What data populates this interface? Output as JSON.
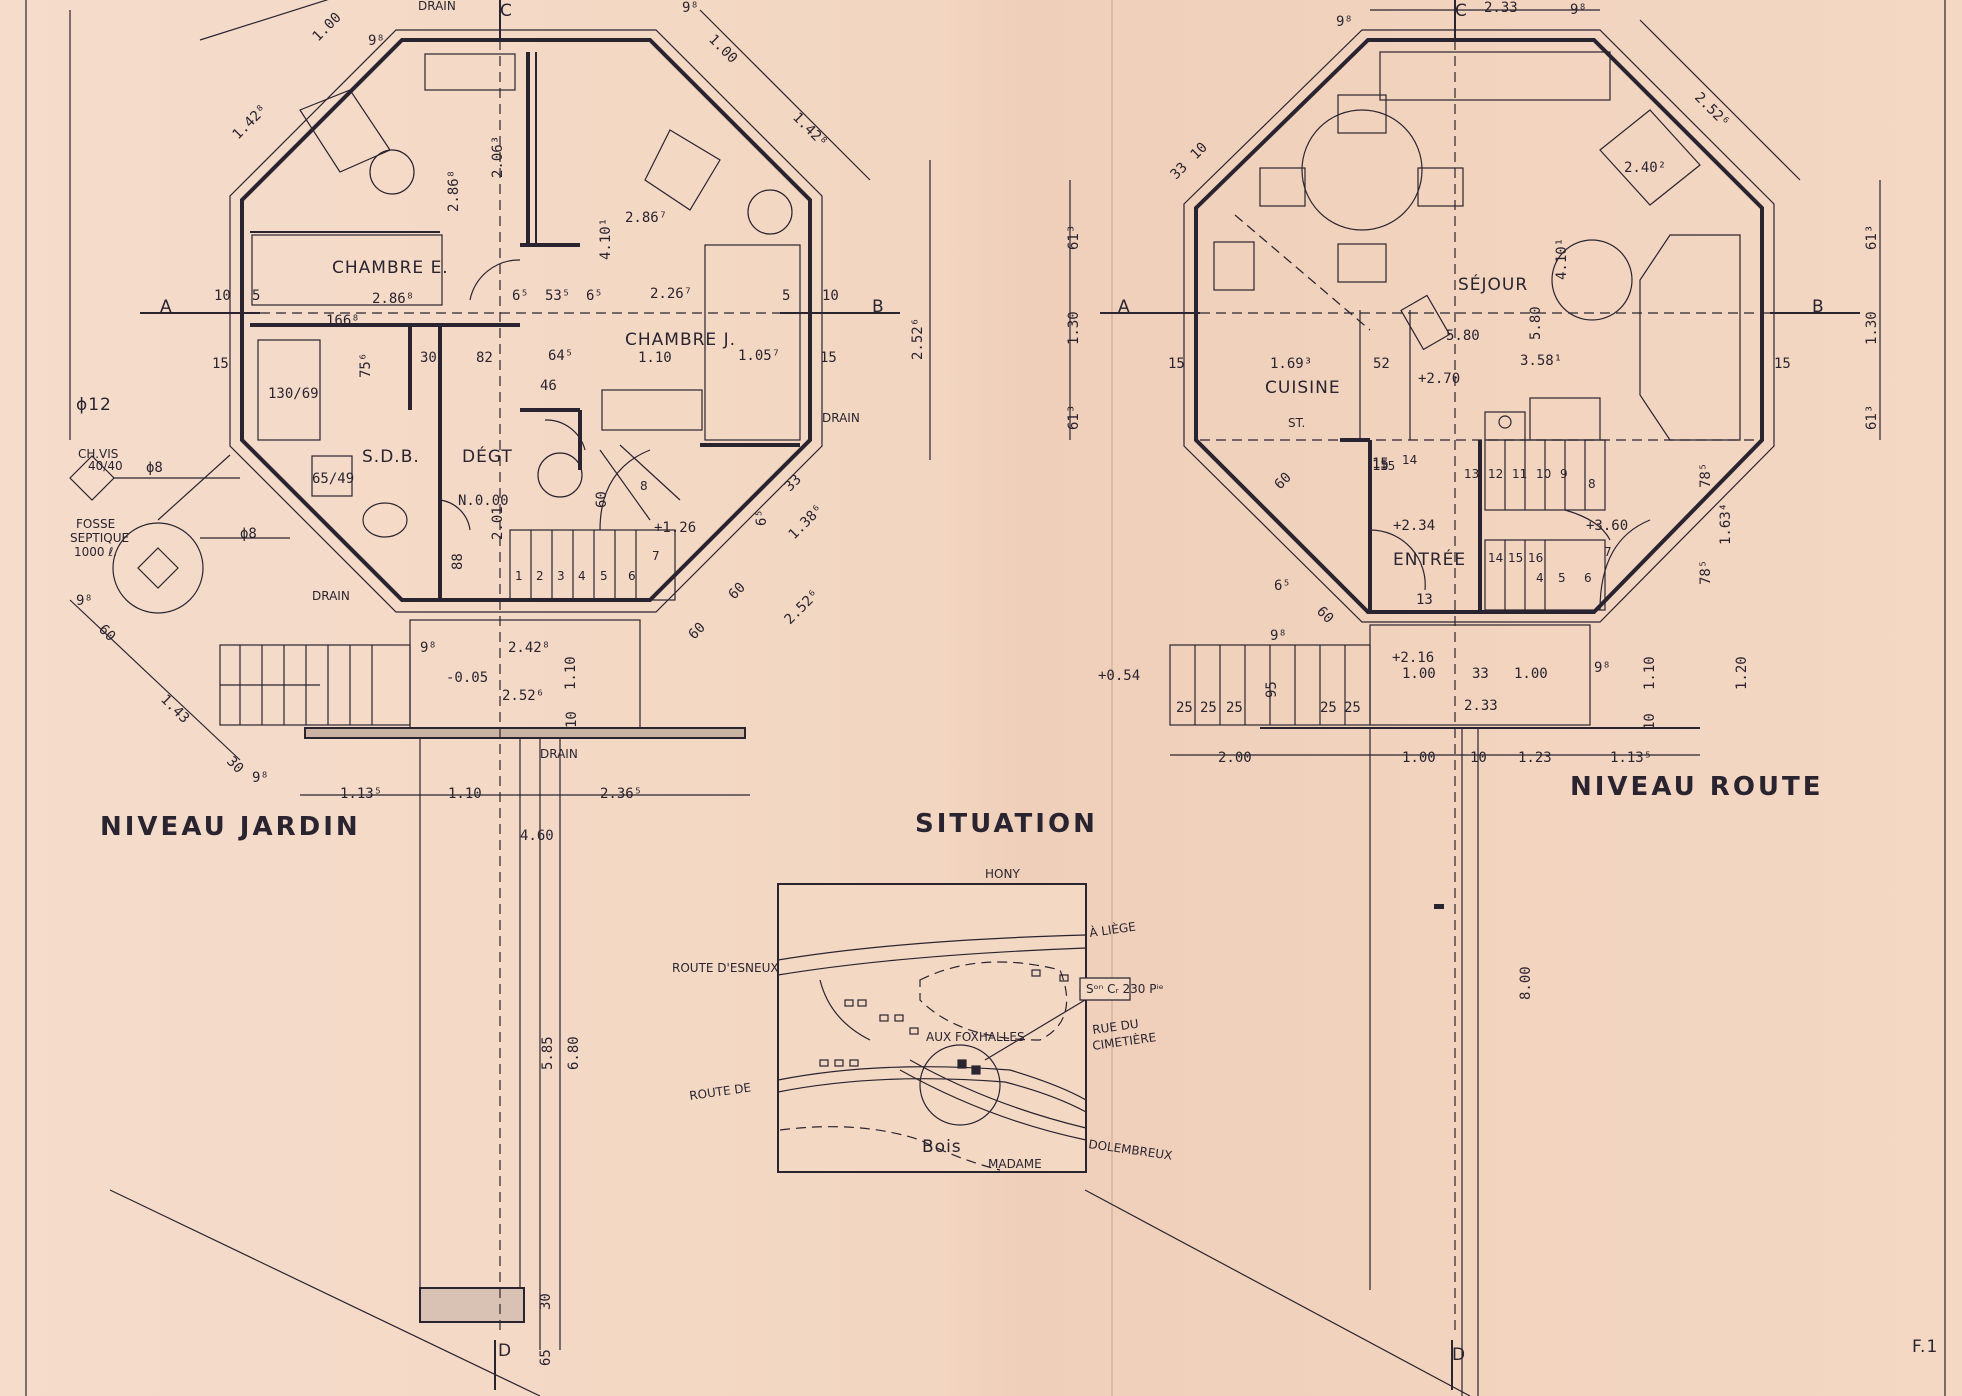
{
  "titles": {
    "jardin": "NIVEAU JARDIN",
    "route": "NIVEAU ROUTE",
    "situation": "SITUATION",
    "sheet_no": "F.1"
  },
  "jardin_rooms": {
    "chambre_e": "CHAMBRE E.",
    "chambre_j": "CHAMBRE J.",
    "sdb": "S.D.B.",
    "degt": "DÉGT",
    "level": "N.0.00",
    "drain_top": "DRAIN",
    "drain_right": "DRAIN",
    "drain_left": "DRAIN",
    "drain_bottom": "DRAIN",
    "fosse": [
      "FOSSE",
      "SEPTIQUE",
      "1000 ℓ."
    ],
    "ch_vis": [
      "CH.VIS",
      "40/40"
    ],
    "phi12": "ϕ12",
    "phi8a": "ϕ8",
    "phi8b": "ϕ8",
    "bath": "130/69",
    "shower": "65/49",
    "area_e": "2.86⁸",
    "area_e2": "2.86⁸",
    "area_e3": "2.06³",
    "area_j": "2.86⁷",
    "area_j2": "2.26⁷",
    "area_j3": "1.10",
    "area_j4": "1.05⁷",
    "terrace": "-0.05",
    "stair_lvl": "+1.26",
    "sec_a": "A",
    "sec_b": "B",
    "sec_c": "C",
    "sec_d": "D"
  },
  "jardin_dims": {
    "d1": "1.00",
    "d2": "9⁸",
    "d3": "1.42⁸",
    "d4": "1.42⁸",
    "d5": "1.00",
    "d6": "9⁸",
    "d7": "10",
    "d8": "5",
    "d9": "15",
    "d10": "10",
    "d11": "5",
    "d12": "15",
    "d13": "53⁵",
    "d14": "6⁵",
    "d15": "6⁵",
    "d16": "4.10¹",
    "d17": "166⁸",
    "d18": "75⁶",
    "d19": "30",
    "d20": "82",
    "d21": "46",
    "d22": "64⁵",
    "d23": "2.01",
    "d24": "88",
    "d25": "60",
    "d26": "60",
    "d27": "1.38⁶",
    "d28": "2.52⁶",
    "d29": "2.52⁶",
    "d30": "2.42⁸",
    "d31": "2.52⁶",
    "d32": "1.10",
    "d33": "10",
    "d34": "1.13⁵",
    "d35": "1.10",
    "d36": "2.36⁵",
    "d37": "4.60",
    "d38": "5.85",
    "d39": "6.80",
    "d40": "30",
    "d41": "65",
    "d42": "1.43",
    "d43": "60",
    "d44": "9⁸",
    "d45": "30",
    "d46": "9⁸",
    "d47": "9⁸",
    "d48": "60",
    "d49": "33",
    "d50": "6⁵"
  },
  "jardin_steps": [
    "1",
    "2",
    "3",
    "4",
    "5",
    "6",
    "7",
    "8"
  ],
  "route_rooms": {
    "sejour": "SÉJOUR",
    "cuisine": "CUISINE",
    "entree": "ENTRÉE",
    "st": "ST.",
    "lvl_cuisine": "+2.70",
    "lvl_entree": "+2.34",
    "lvl_stair": "+3.60",
    "lvl_porch": "+2.16",
    "lvl_ground": "+0.54",
    "area1": "5.80",
    "area2": "5.80",
    "area3": "3.58¹",
    "area4": "4.10¹",
    "area5": "2.40²",
    "area6": "1.69³",
    "area7": "52",
    "sec_a": "A",
    "sec_b": "B",
    "sec_c": "C",
    "sec_d": "D"
  },
  "route_dims": {
    "r1": "9⁸",
    "r2": "2.33",
    "r3": "9⁸",
    "r4": "2.52⁶",
    "r5": "33",
    "r6": "10",
    "r7": "61³",
    "r8": "1.30",
    "r9": "61³",
    "r10": "61³",
    "r11": "1.30",
    "r12": "61³",
    "r13": "15",
    "r14": "15",
    "r15": "15",
    "r16": "60",
    "r17": "6⁵",
    "r18": "60",
    "r19": "9⁸",
    "r20": "25",
    "r21": "25",
    "r22": "25",
    "r23": "95",
    "r24": "25",
    "r25": "25",
    "r26": "1.00",
    "r27": "33",
    "r28": "1.00",
    "r29": "9⁸",
    "r30": "2.33",
    "r31": "1.10",
    "r32": "1.20",
    "r33": "10",
    "r34": "2.00",
    "r35": "1.00",
    "r36": "10",
    "r37": "1.23",
    "r38": "1.13⁵",
    "r39": "8.00",
    "r40": "78⁵",
    "r41": "78⁵",
    "r42": "1.63⁴",
    "r43": "13",
    "r44": "15"
  },
  "route_steps": [
    "14",
    "15",
    "12",
    "11",
    "10",
    "9",
    "8",
    "13",
    "14",
    "15",
    "16",
    "4",
    "5",
    "6",
    "7"
  ],
  "situation_map": {
    "hony": "HONY",
    "liege": "À LIÈGE",
    "esneux": "ROUTE D'ESNEUX",
    "route_de": "ROUTE DE",
    "foxhalles": "AUX FOXHALLES",
    "rue": [
      "RUE DU",
      "CIMETIÈRE"
    ],
    "dolembreux": "DOLEMBREUX",
    "bois": "Bois",
    "madame": "MADAME",
    "parcel": "Sᵒⁿ Cᵣ 230 Pⁱᵉ"
  }
}
